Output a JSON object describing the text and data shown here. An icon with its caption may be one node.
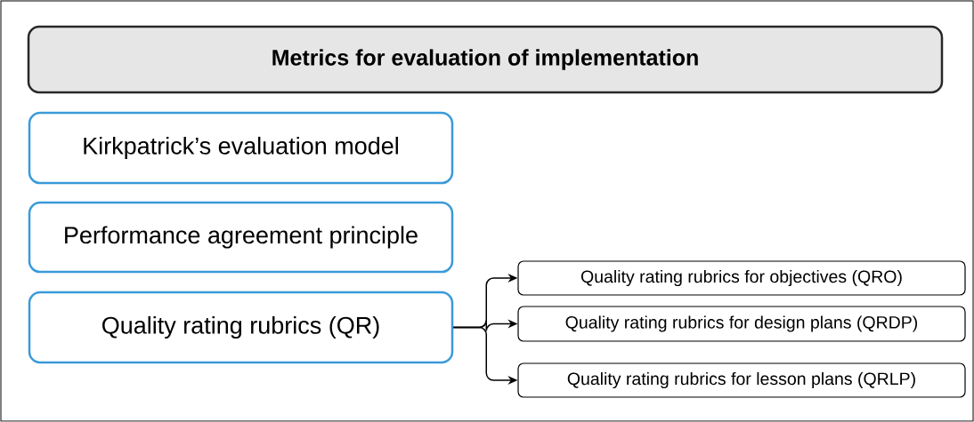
{
  "diagram": {
    "nodes": [
      {
        "text": [
          "Metrics for evaluation of implementation"
        ]
      },
      {
        "text": [
          "Kirkpatrick’s evaluation model"
        ]
      },
      {
        "text": [
          "Performance agreement principle"
        ]
      },
      {
        "text": [
          "Quality rating rubrics (QR)"
        ]
      },
      {
        "text": [
          "Quality rating rubrics for objectives (QRO)"
        ]
      },
      {
        "text": [
          "Quality rating rubrics for design plans (QRDP)"
        ]
      },
      {
        "text": [
          "Quality rating rubrics for lesson plans (QRLP)"
        ]
      }
    ],
    "edges": [
      {
        "from": 3,
        "to": 4,
        "arrow": "to"
      },
      {
        "from": 3,
        "to": 5,
        "arrow": "to"
      },
      {
        "from": 3,
        "to": 6,
        "arrow": "to"
      }
    ]
  }
}
